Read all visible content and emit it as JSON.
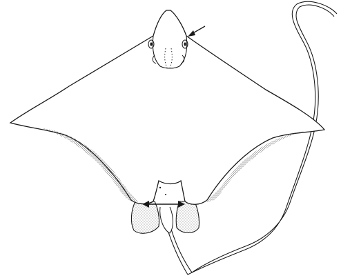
{
  "figure": {
    "subject": "eagle-ray-dorsal-view",
    "colors": {
      "background": "#ffffff",
      "ink": "#1a1a1a",
      "stipple": "#555555"
    },
    "annotations": {
      "pointer_arrow": "spiracle-indicator",
      "double_arrow": "pelvic-width-measure"
    }
  }
}
